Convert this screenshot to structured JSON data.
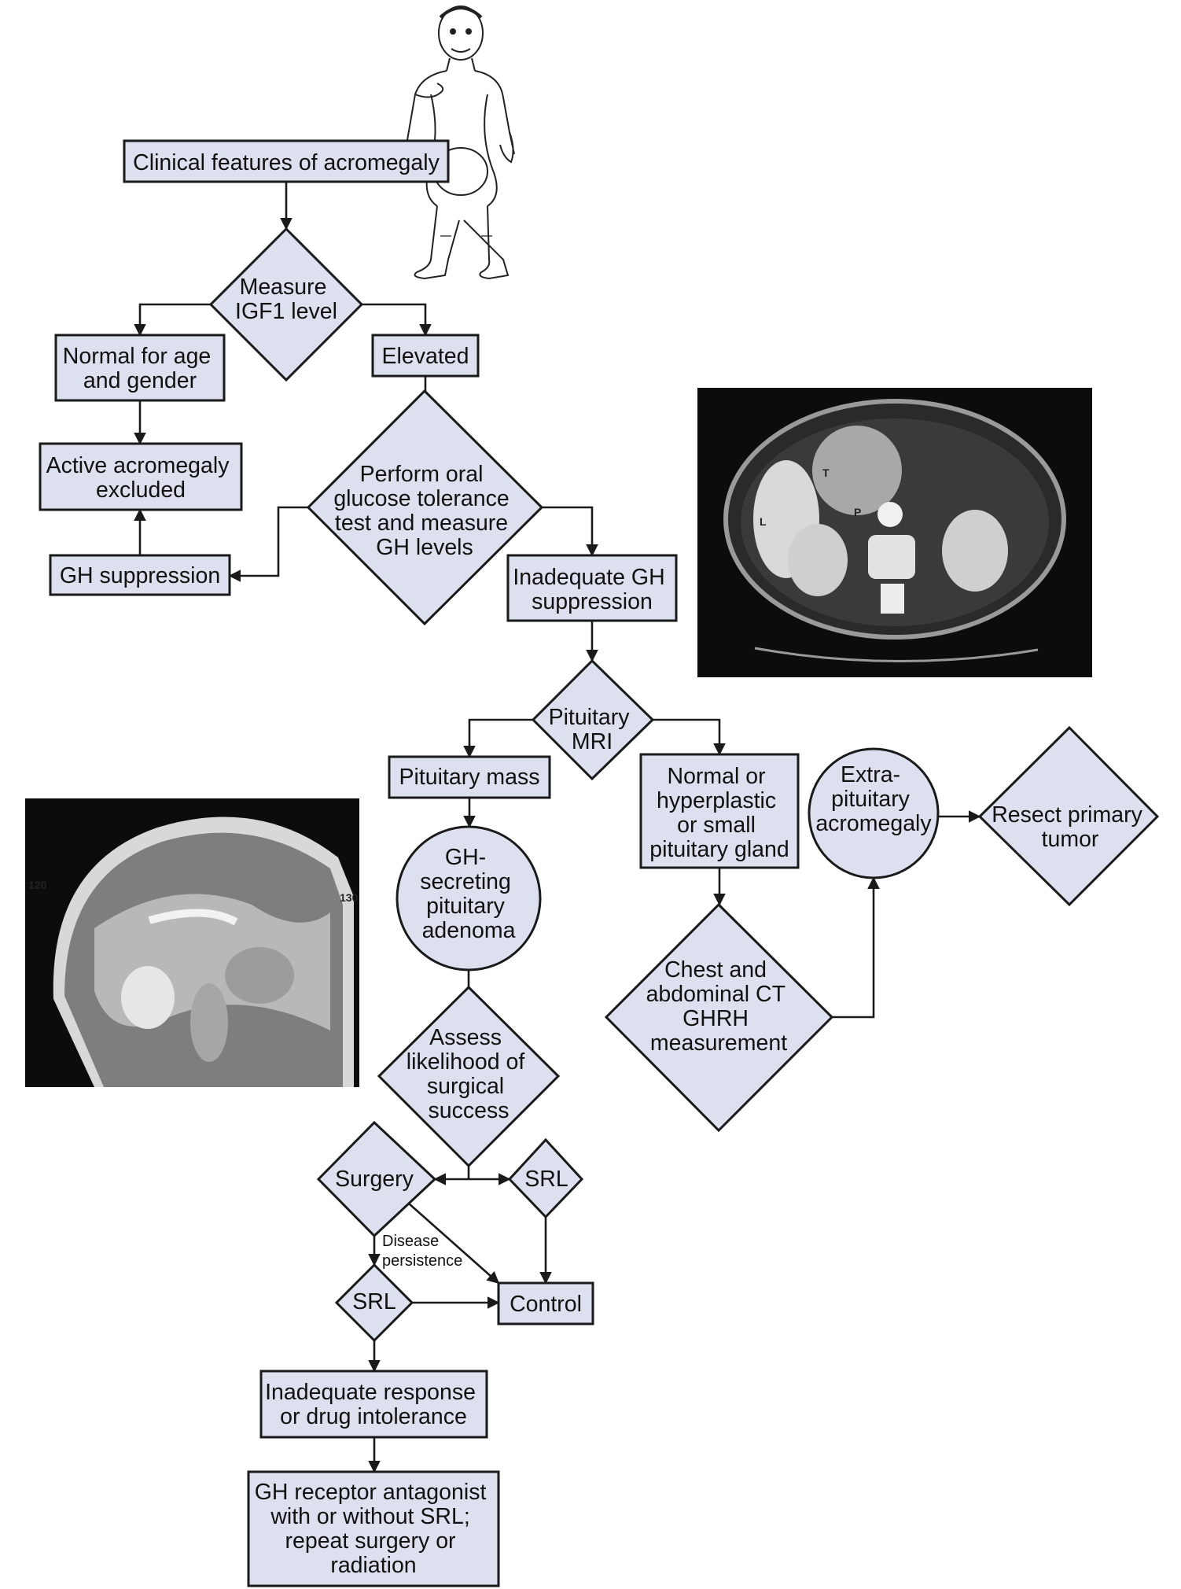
{
  "colors": {
    "node_fill": "#dde1ef",
    "line": "#1a1a1a",
    "photo_background": "#0c0c0c"
  },
  "illustrations": {
    "patient": "acromegaly-patient-drawing",
    "ct_scan": "abdominal-ct-image",
    "mri_scan": "sagittal-brain-mri-image",
    "ct_labels": [
      "T",
      "P",
      "L"
    ],
    "mri_margin_text": [
      "120",
      "130"
    ]
  },
  "nodes": {
    "clinical_features": [
      "Clinical features of acromegaly"
    ],
    "measure_igf1": [
      "Measure",
      "IGF1 level"
    ],
    "normal_for_age": [
      "Normal for age",
      "and gender"
    ],
    "elevated": [
      "Elevated"
    ],
    "active_excluded": [
      "Active acromegaly",
      "excluded"
    ],
    "ogtt": [
      "Perform oral",
      "glucose tolerance",
      "test and measure",
      "GH levels"
    ],
    "gh_suppression": [
      "GH suppression"
    ],
    "inadequate_gh": [
      "Inadequate GH",
      "suppression"
    ],
    "pituitary_mri": [
      "Pituitary",
      "MRI"
    ],
    "pituitary_mass": [
      "Pituitary mass"
    ],
    "normal_gland": [
      "Normal or",
      "hyperplastic",
      "or small",
      "pituitary gland"
    ],
    "extra_pituitary": [
      "Extra-",
      "pituitary",
      "acromegaly"
    ],
    "resect_tumor": [
      "Resect primary",
      "tumor"
    ],
    "gh_adenoma": [
      "GH-",
      "secreting",
      "pituitary",
      "adenoma"
    ],
    "chest_ct": [
      "Chest and",
      "abdominal CT",
      "GHRH",
      "measurement"
    ],
    "assess_likelihood": [
      "Assess",
      "likelihood of",
      "surgical",
      "success"
    ],
    "surgery": [
      "Surgery"
    ],
    "srl_right": [
      "SRL"
    ],
    "srl_lower": [
      "SRL"
    ],
    "control": [
      "Control"
    ],
    "inadequate_response": [
      "Inadequate response",
      "or drug intolerance"
    ],
    "gh_antagonist": [
      "GH receptor antagonist",
      "with or without SRL;",
      "repeat surgery or",
      "radiation"
    ]
  },
  "edge_labels": {
    "disease_persistence": [
      "Disease",
      "persistence"
    ]
  }
}
